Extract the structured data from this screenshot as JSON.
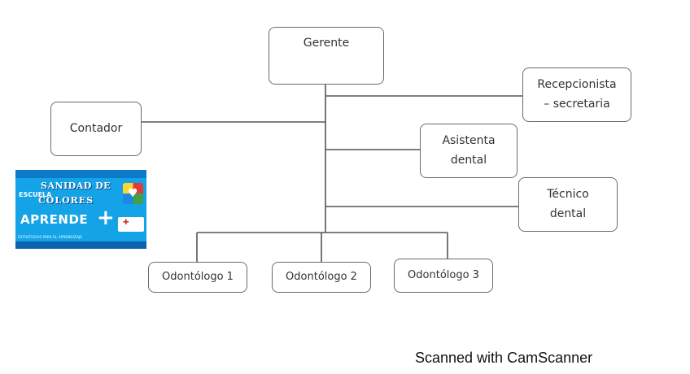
{
  "diagram": {
    "nodes": {
      "gerente": "Gerente",
      "recepcionista": "Recepcionista\n– secretaria",
      "contador": "Contador",
      "asistenta": "Asistenta\ndental",
      "tecnico": "Técnico\ndental",
      "odontologo_1": "Odontólogo 1",
      "odontologo_2": "Odontólogo 2",
      "odontologo_3": "Odontólogo 3"
    },
    "line_color": "#555555",
    "box_border_color": "#6b6b6b"
  },
  "logo": {
    "line_1": "SANIDAD DE",
    "line_2": "ESCUELA",
    "line_3": "COLORES",
    "line_4": "APRENDE",
    "plus": "+",
    "tagline": "ESTRATEGIAS PARA EL APRENDIZAJE",
    "colors": {
      "background": "#14a3e6",
      "strip": "#0d79c9"
    }
  },
  "footer": {
    "scanner_caption": "Scanned with CamScanner"
  }
}
